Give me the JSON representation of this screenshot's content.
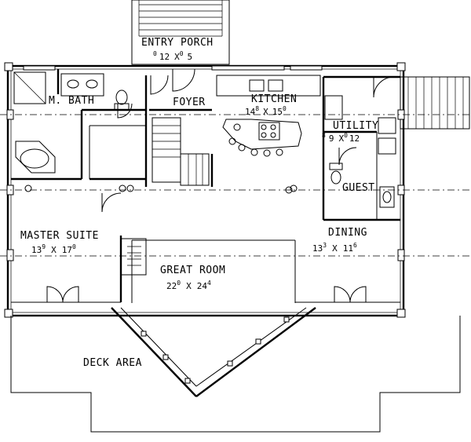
{
  "rooms": {
    "entry_porch": {
      "label": "ENTRY PORCH",
      "dim_a": "12",
      "dim_b": "5",
      "sup_a1": "0",
      "sup_a2": "0"
    },
    "m_bath": {
      "label": "M. BATH"
    },
    "foyer": {
      "label": "FOYER"
    },
    "kitchen": {
      "label": "KITCHEN",
      "dim_a": "14",
      "sup_a": "8",
      "dim_b": "15",
      "sup_b": "0"
    },
    "utility": {
      "label": "UTILITY",
      "sup_a": "8",
      "dim_a": "9",
      "sup_b": "0",
      "dim_b": "12"
    },
    "guest": {
      "label": "GUEST"
    },
    "master_suite": {
      "label": "MASTER SUITE",
      "dim_a": "13",
      "sup_a": "9",
      "dim_b": "17",
      "sup_b": "0"
    },
    "dining": {
      "label": "DINING",
      "dim_a": "13",
      "sup_a": "3",
      "dim_b": "11",
      "sup_b": "6"
    },
    "great_room": {
      "label": "GREAT ROOM",
      "dim_a": "22",
      "sup_a": "0",
      "dim_b": "24",
      "sup_b": "4"
    },
    "deck_area": {
      "label": "DECK AREA"
    }
  },
  "separator": "X"
}
